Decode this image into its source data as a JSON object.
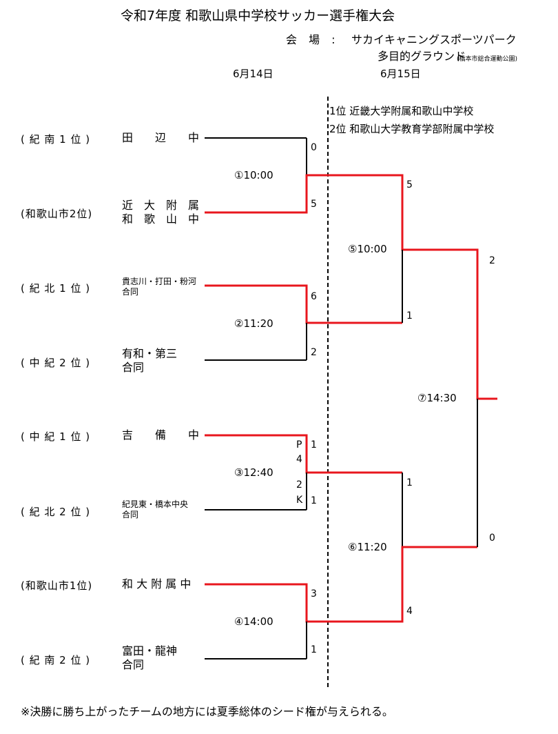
{
  "header": {
    "title": "令和7年度  和歌山県中学校サッカー選手権大会",
    "venue_label": "会 場 :",
    "venue_name": "サカイキャニングスポーツパーク",
    "venue_sub": "多目的グラウンド",
    "venue_note": "(橋本市総合運動公園)"
  },
  "dates": {
    "day1": "6月14日",
    "day2": "6月15日"
  },
  "results": {
    "first": "1位  近畿大学附属和歌山中学校",
    "second": "2位  和歌山大学教育学部附属中学校"
  },
  "teams": [
    {
      "region": "( 紀 南 1 位 )",
      "line1": "田　　辺　　中",
      "line2": ""
    },
    {
      "region": "(和歌山市2位)",
      "line1": "近　大　附　属",
      "line2": "和　歌　山　中"
    },
    {
      "region": "( 紀 北 1 位 )",
      "line1": "貴志川・打田・粉河",
      "line2": "合同"
    },
    {
      "region": "( 中 紀 2 位 )",
      "line1": "有和・第三",
      "line2": "合同"
    },
    {
      "region": "( 中 紀 1 位 )",
      "line1": "吉　　備　　中",
      "line2": ""
    },
    {
      "region": "( 紀 北 2 位 )",
      "line1": "紀見東・橋本中央",
      "line2": "合同"
    },
    {
      "region": "(和歌山市1位)",
      "line1": "和 大 附 属 中",
      "line2": ""
    },
    {
      "region": "( 紀 南 2 位 )",
      "line1": "富田・龍神",
      "line2": "合同"
    }
  ],
  "matches": {
    "m1": {
      "time": "①10:00",
      "top_score": "0",
      "bottom_score": "5"
    },
    "m2": {
      "time": "②11:20",
      "top_score": "6",
      "bottom_score": "2"
    },
    "m3": {
      "time": "③12:40",
      "top_score": "1",
      "bottom_score": "1",
      "pk_top": "4",
      "pk_bottom": "2",
      "pk_p": "P",
      "pk_k": "K"
    },
    "m4": {
      "time": "④14:00",
      "top_score": "3",
      "bottom_score": "1"
    },
    "m5": {
      "time": "⑤10:00",
      "top_score": "5",
      "bottom_score": "1"
    },
    "m6": {
      "time": "⑥11:20",
      "top_score": "1",
      "bottom_score": "4"
    },
    "m7": {
      "time": "⑦14:30",
      "top_score": "2",
      "bottom_score": "0"
    }
  },
  "footer": "※決勝に勝ち上がったチームの地方には夏季総体のシード権が与えられる。",
  "colors": {
    "winner_line": "#e8161d",
    "loser_line": "#000000",
    "divider": "#000000"
  }
}
